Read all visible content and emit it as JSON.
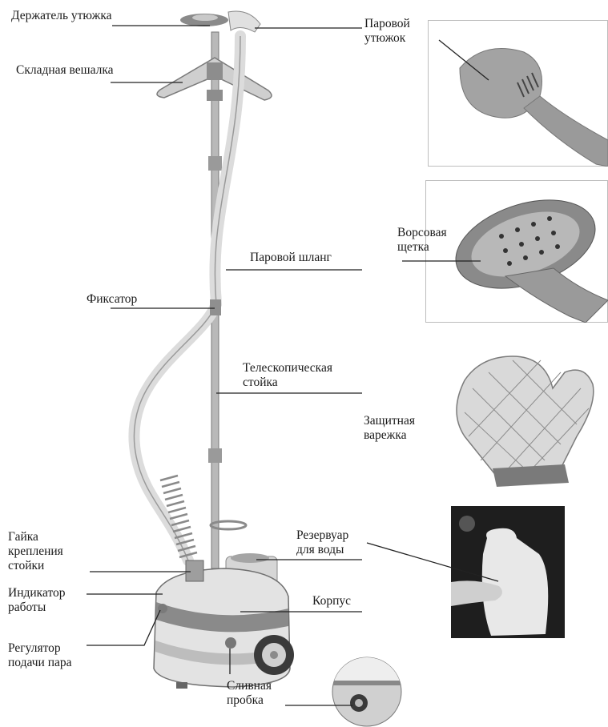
{
  "labels": {
    "iron_holder": "Держатель утюжка",
    "folding_hanger": "Складная вешалка",
    "steam_iron": "Паровой\nутюжок",
    "bristle_brush": "Ворсовая\nщетка",
    "steam_hose": "Паровой шланг",
    "clamp": "Фиксатор",
    "telescopic_pole": "Телескопическая\nстойка",
    "protective_mitten": "Защитная\nварежка",
    "pole_nut": "Гайка\nкрепления\nстойки",
    "water_tank": "Резервуар\nдля воды",
    "power_indicator": "Индикатор\nработы",
    "body": "Корпус",
    "steam_regulator": "Регулятор\nподачи пара",
    "drain_plug": "Сливная\nпробка"
  },
  "colors": {
    "line": "#222222",
    "device_light": "#dcdcdc",
    "device_mid": "#a9a9a9",
    "device_dark": "#6e6e6e",
    "inset_border": "#bdbdbd",
    "photo_dark": "#1e1e1e"
  }
}
